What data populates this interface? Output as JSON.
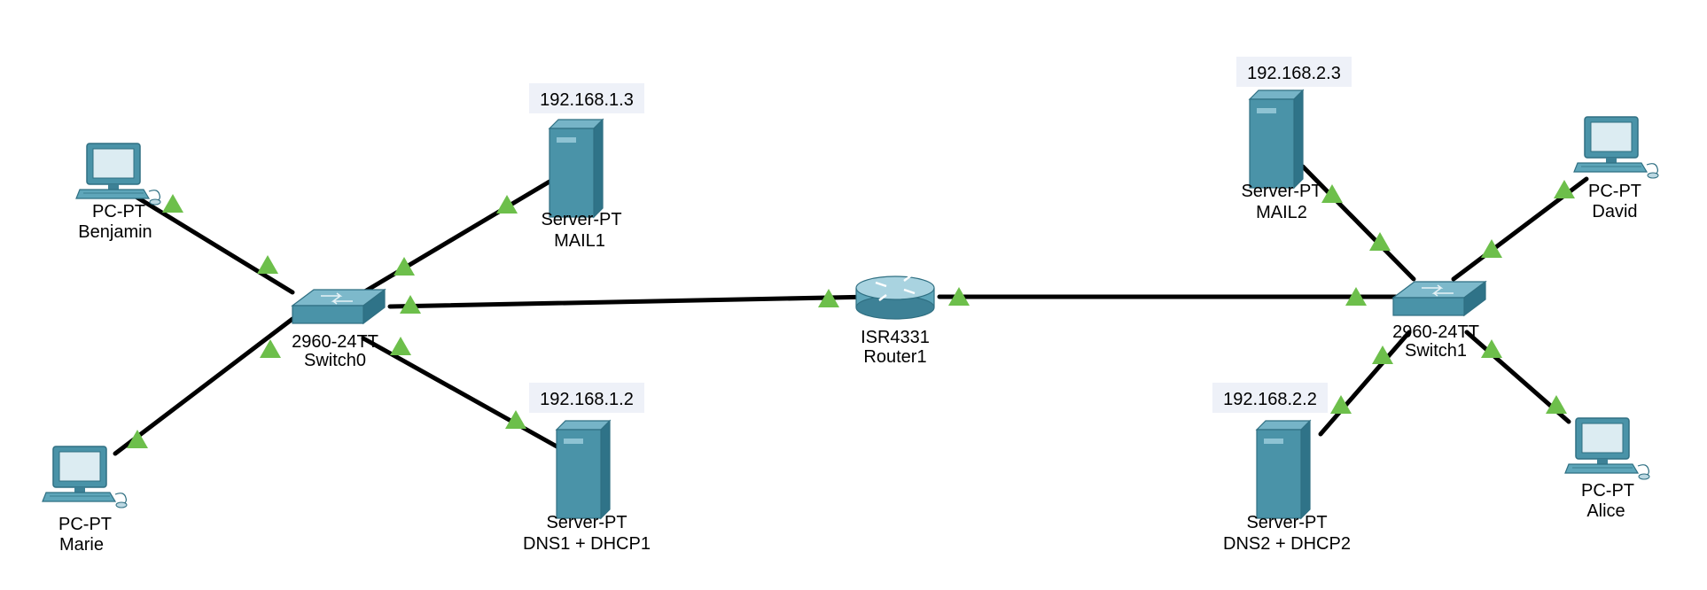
{
  "colors": {
    "link": "#000000",
    "port_up": "#6dbf4b",
    "device": "#4a93a8",
    "ip_bg": "#eef1f8"
  },
  "switches": [
    {
      "model": "2960-24TT",
      "name": "Switch0",
      "icon": "switch-icon"
    },
    {
      "model": "2960-24TT",
      "name": "Switch1",
      "icon": "switch-icon"
    }
  ],
  "router": {
    "model": "ISR4331",
    "name": "Router1",
    "icon": "router-icon"
  },
  "pcs": [
    {
      "model": "PC-PT",
      "name": "Benjamin",
      "icon": "pc-icon"
    },
    {
      "model": "PC-PT",
      "name": "Marie",
      "icon": "pc-icon"
    },
    {
      "model": "PC-PT",
      "name": "David",
      "icon": "pc-icon"
    },
    {
      "model": "PC-PT",
      "name": "Alice",
      "icon": "pc-icon"
    }
  ],
  "servers": [
    {
      "model": "Server-PT",
      "name": "MAIL1",
      "ip": "192.168.1.3",
      "icon": "server-icon"
    },
    {
      "model": "Server-PT",
      "name": "DNS1 + DHCP1",
      "ip": "192.168.1.2",
      "icon": "server-icon"
    },
    {
      "model": "Server-PT",
      "name": "MAIL2",
      "ip": "192.168.2.3",
      "icon": "server-icon"
    },
    {
      "model": "Server-PT",
      "name": "DNS2 + DHCP2",
      "ip": "192.168.2.2",
      "icon": "server-icon"
    }
  ]
}
